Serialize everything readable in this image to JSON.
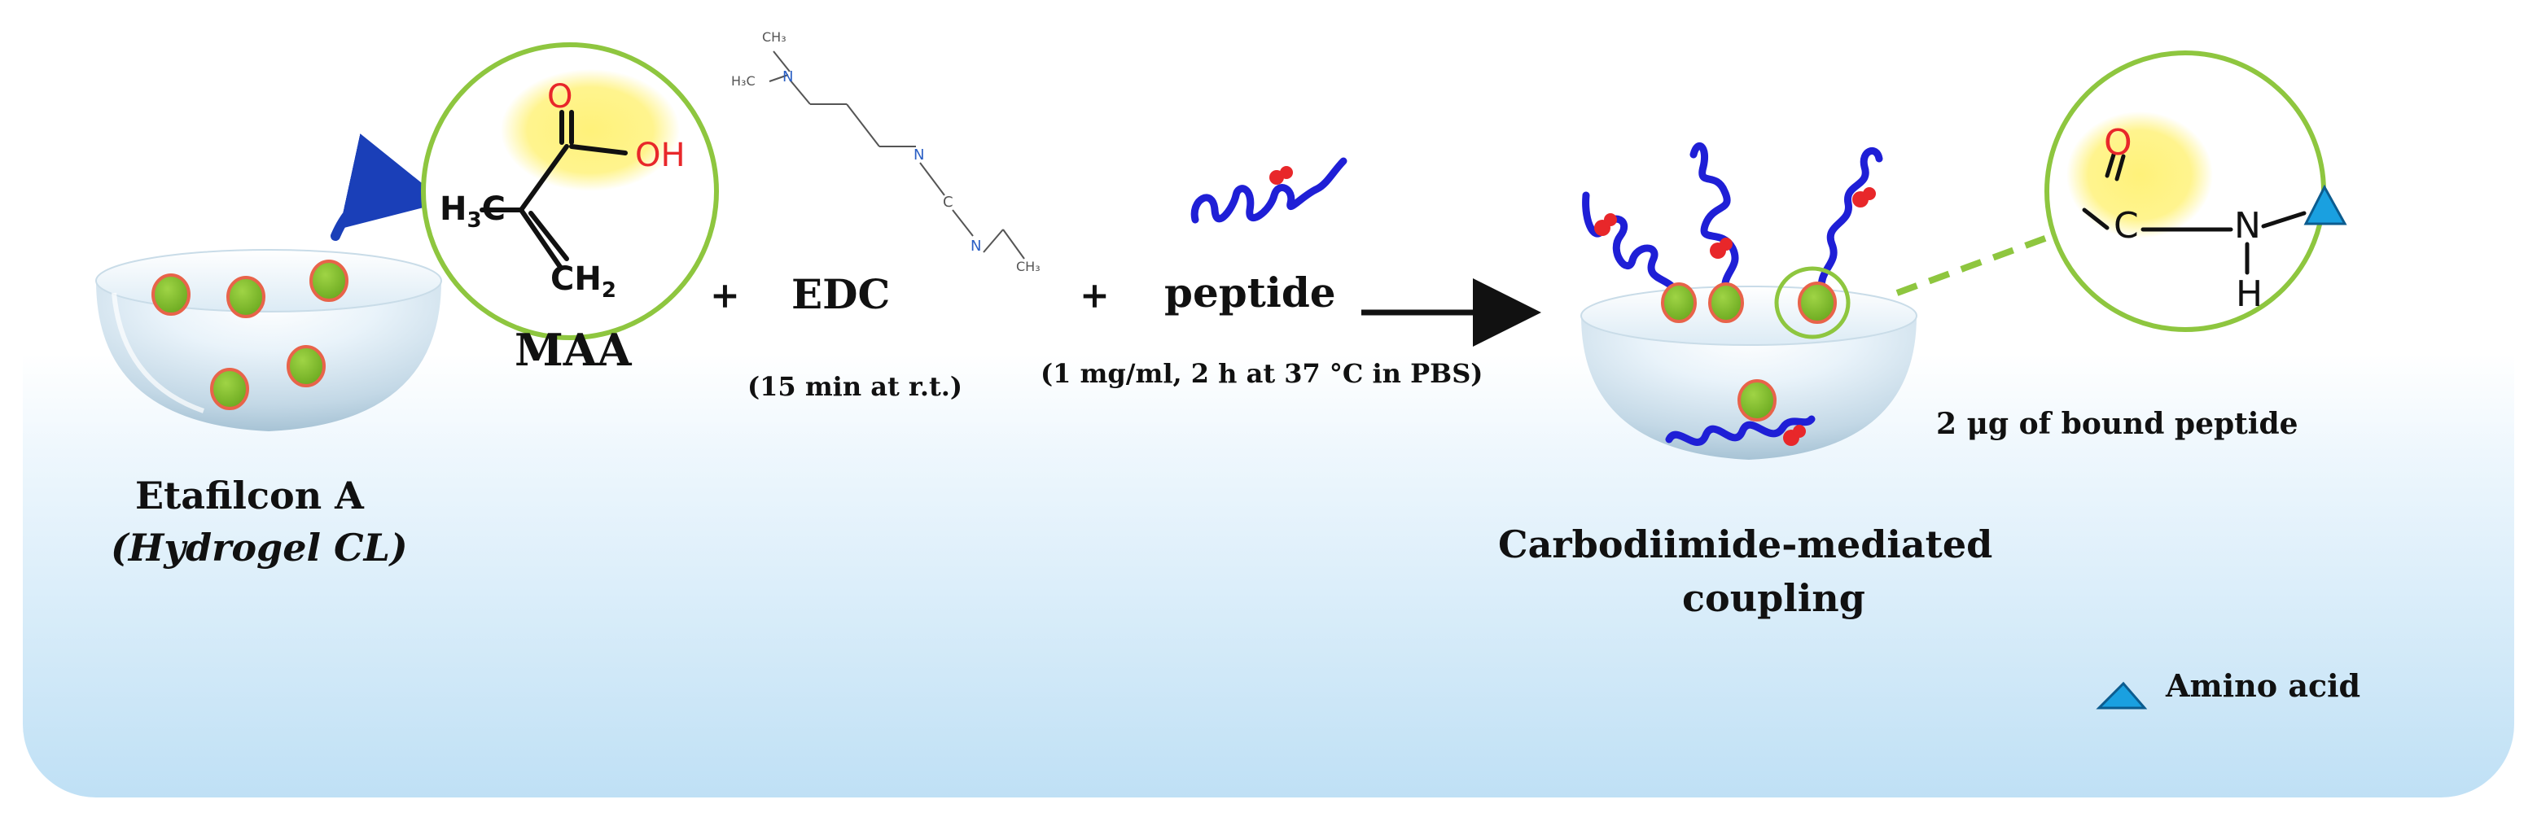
{
  "colors": {
    "panel_top": "#ffffff",
    "panel_bottom": "#bfe0f5",
    "lens_rim": "#8ec63f",
    "bead_fill": "#7dbb2a",
    "bead_border": "#e8634a",
    "highlight": "#fff27a",
    "peptide_blue": "#1f1fd6",
    "peptide_red": "#e8272a",
    "oxygen_red": "#e8272a",
    "triangle_blue": "#1aa0e0",
    "arrow": "#111111"
  },
  "lens_left": {
    "name": "Etafilcon A",
    "subtitle": "(Hydrogel CL)"
  },
  "maa": {
    "label": "MAA",
    "atoms": {
      "o": "O",
      "oh": "OH",
      "h3c": "H",
      "h3c_sub": "3",
      "h3c_c": "C",
      "ch2": "CH",
      "ch2_sub": "2"
    }
  },
  "plus_1": "+",
  "edc": {
    "label": "EDC",
    "condition": "(15 min at r.t.)",
    "atoms": {
      "h3c": "H₃C",
      "n1": "N",
      "ch3_top": "CH₃",
      "n2": "N",
      "c": "C",
      "n3": "N",
      "ch3_end": "CH₃"
    }
  },
  "plus_2": "+",
  "peptide": {
    "label": "peptide",
    "condition": "(1 mg/ml, 2 h at 37 °C in PBS)"
  },
  "coupling": {
    "title_line1": "Carbodiimide-mediated",
    "title_line2": "coupling",
    "bound_amount": "2 μg of bound peptide"
  },
  "amide": {
    "o": "O",
    "c": "C",
    "n": "N",
    "h": "H"
  },
  "legend": {
    "amino_acid": "Amino acid"
  }
}
